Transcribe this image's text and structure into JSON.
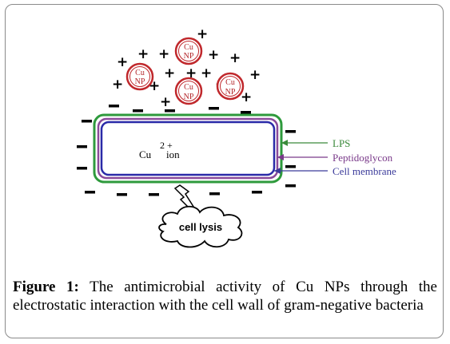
{
  "diagram": {
    "nanoparticles": [
      {
        "top": "Cu",
        "bottom": "NP"
      },
      {
        "top": "Cu",
        "bottom": "NP"
      },
      {
        "top": "Cu",
        "bottom": "NP"
      },
      {
        "top": "Cu",
        "bottom": "NP"
      }
    ],
    "positive_charge": "+",
    "negative_charge": "−",
    "ion": {
      "charge": "2 +",
      "element": "Cu",
      "word": "ion"
    },
    "labels": {
      "lps": "LPS",
      "peptidoglycon": "Peptidoglycon",
      "membrane": "Cell membrane"
    },
    "lysis": "cell lysis",
    "colors": {
      "outer": "#2e9a3c",
      "peptidoglycan": "#8a4a9a",
      "inner": "#2a2aa8",
      "np": "#c0282c",
      "lps_label": "#3a8a3a",
      "pep_label": "#7a3a8a",
      "mem_label": "#3a3a9a"
    }
  },
  "caption": {
    "figure_label": "Figure 1:",
    "text": " The antimicrobial activity of Cu NPs through the electrostatic interaction with the cell wall of gram-negative bacteria"
  }
}
